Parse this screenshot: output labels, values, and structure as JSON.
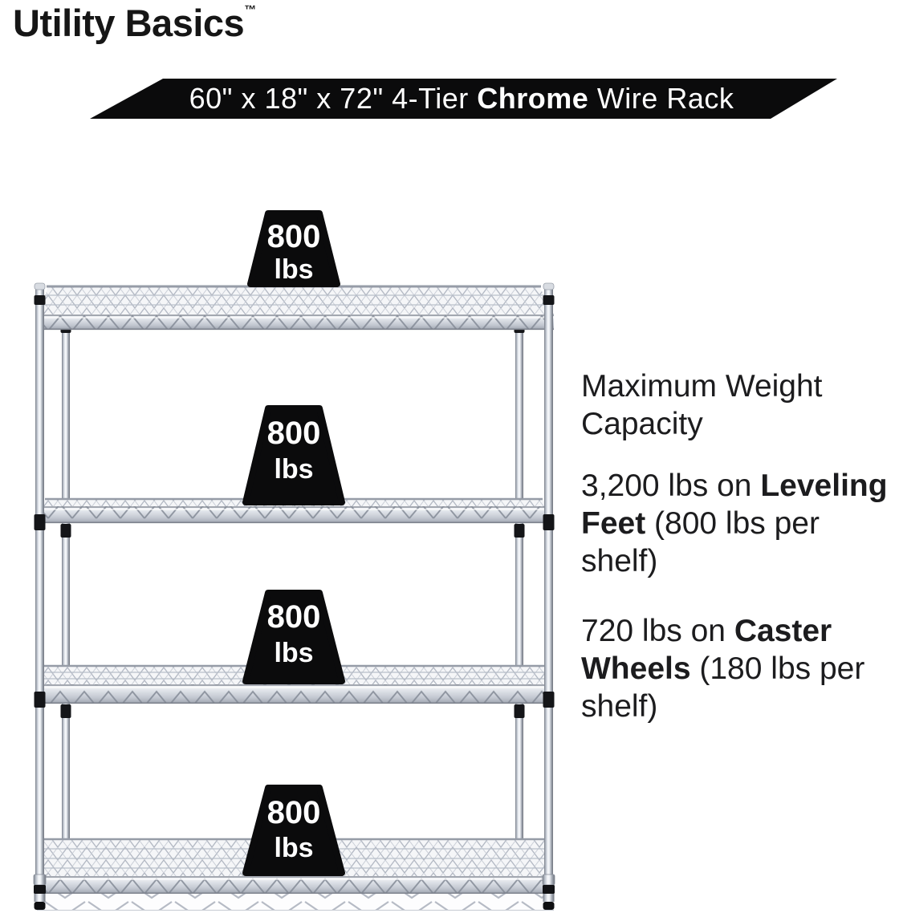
{
  "brand": {
    "name": "Utility Basics",
    "tm": "™"
  },
  "banner": {
    "pre": "60\" x 18\" x 72\" 4-Tier ",
    "bold": "Chrome",
    "post": " Wire Rack"
  },
  "shelves": [
    {
      "weight": "800",
      "unit": "lbs"
    },
    {
      "weight": "800",
      "unit": "lbs"
    },
    {
      "weight": "800",
      "unit": "lbs"
    },
    {
      "weight": "800",
      "unit": "lbs"
    }
  ],
  "info": {
    "heading": "Maximum Weight Capacity",
    "leveling": {
      "pre": "3,200 lbs on ",
      "bold": "Leveling Feet",
      "post": " (800 lbs per shelf)"
    },
    "caster": {
      "pre": "720 lbs on ",
      "bold": "Caster Wheels",
      "post": " (180 lbs per shelf)"
    }
  },
  "colors": {
    "banner_bg": "#0b0b0c",
    "body_text": "#1c1c1e",
    "weight_label_bg": "#0b0b0c",
    "weight_label_text": "#ffffff",
    "chrome_light": "#f6f8fb",
    "chrome_dark": "#6d727c"
  }
}
